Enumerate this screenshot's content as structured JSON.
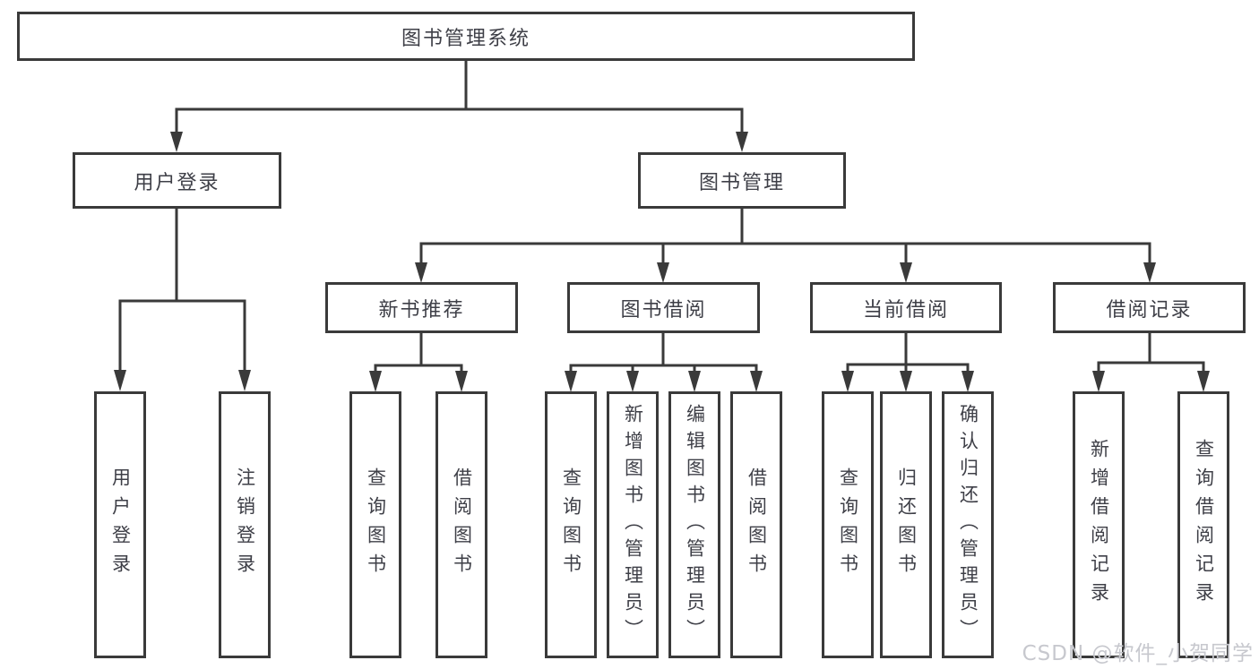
{
  "diagram": {
    "type": "hierarchy-tree",
    "root": {
      "label": "图书管理系统"
    },
    "level2": [
      {
        "id": "user-login",
        "label": "用户登录",
        "parent": "图书管理系统"
      },
      {
        "id": "book-management",
        "label": "图书管理",
        "parent": "图书管理系统"
      }
    ],
    "level3": [
      {
        "id": "new-book-recommendation",
        "label": "新书推荐",
        "parent": "图书管理"
      },
      {
        "id": "book-borrowing",
        "label": "图书借阅",
        "parent": "图书管理"
      },
      {
        "id": "current-borrowing",
        "label": "当前借阅",
        "parent": "图书管理"
      },
      {
        "id": "borrowing-records",
        "label": "借阅记录",
        "parent": "图书管理"
      }
    ],
    "leaves": [
      {
        "label": "用户登录",
        "parent": "用户登录"
      },
      {
        "label": "注销登录",
        "parent": "用户登录"
      },
      {
        "label": "查询图书",
        "parent": "新书推荐"
      },
      {
        "label": "借阅图书",
        "parent": "新书推荐"
      },
      {
        "label": "查询图书",
        "parent": "图书借阅"
      },
      {
        "label": "新增图书（管理员）",
        "parent": "图书借阅"
      },
      {
        "label": "编辑图书（管理员）",
        "parent": "图书借阅"
      },
      {
        "label": "借阅图书",
        "parent": "图书借阅"
      },
      {
        "label": "查询图书",
        "parent": "当前借阅"
      },
      {
        "label": "归还图书",
        "parent": "当前借阅"
      },
      {
        "label": "确认归还（管理员）",
        "parent": "当前借阅"
      },
      {
        "label": "新增借阅记录",
        "parent": "借阅记录"
      },
      {
        "label": "查询借阅记录",
        "parent": "借阅记录"
      }
    ],
    "watermark": "CSDN @软件_小贺同学",
    "colors": {
      "line": "#3a3a3a",
      "box_border": "#3a3a3a",
      "text": "#3e3f47",
      "background": "#ffffff",
      "watermark": "#c7c8ce"
    }
  }
}
